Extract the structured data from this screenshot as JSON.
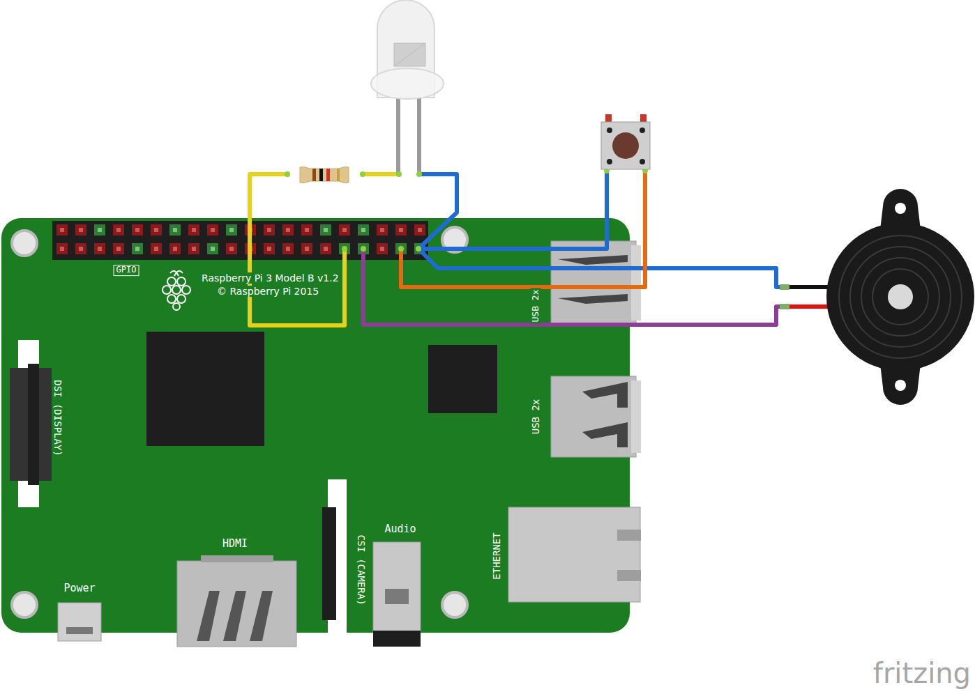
{
  "diagram": {
    "nodes": [
      {
        "text": [
          "GPIO",
          "Raspberry Pi 3 Model B v1.2",
          "© Raspberry Pi 2015",
          "DSI (DISPLAY)",
          "USB 2x",
          "USB 2x",
          "HDMI",
          "CSI (CAMERA)",
          "Audio",
          "ETHERNET",
          "Power"
        ]
      }
    ],
    "edges": [],
    "labels": [
      "fritzing"
    ]
  }
}
